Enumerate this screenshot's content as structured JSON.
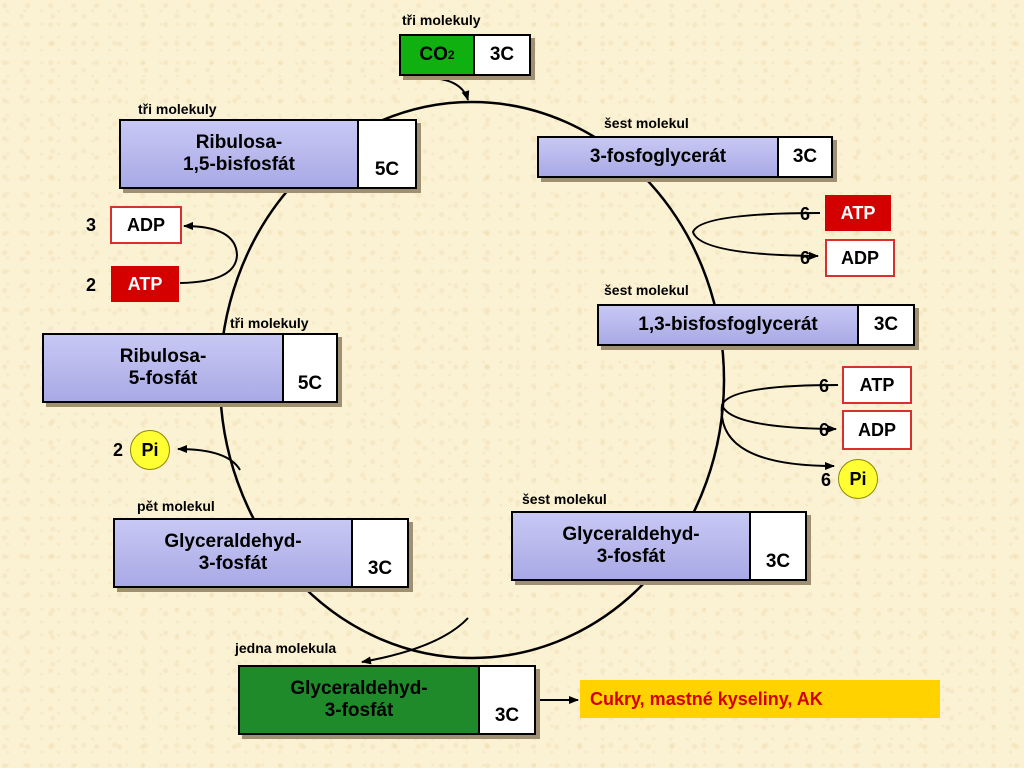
{
  "co2": {
    "label": "tři molekuly",
    "name": "CO",
    "sub": "2",
    "carbons": "3C"
  },
  "rubp": {
    "label": "tři molekuly",
    "line1": "Ribulosa-",
    "line2": "1,5-bisfosfát",
    "carbons": "5C"
  },
  "pga": {
    "label": "šest molekul",
    "name": "3-fosfoglycerát",
    "carbons": "3C"
  },
  "bpg": {
    "label": "šest molekul",
    "name": "1,3-bisfosfoglycerát",
    "carbons": "3C"
  },
  "g3p_right": {
    "label": "šest molekul",
    "line1": "Glyceraldehyd-",
    "line2": "3-fosfát",
    "carbons": "3C"
  },
  "g3p_left": {
    "label": "pět molekul",
    "line1": "Glyceraldehyd-",
    "line2": "3-fosfát",
    "carbons": "3C"
  },
  "ru5p": {
    "label": "tři molekuly",
    "line1": "Ribulosa-",
    "line2": "5-fosfát",
    "carbons": "5C"
  },
  "g3p_out": {
    "label": "jedna molekula",
    "line1": "Glyceraldehyd-",
    "line2": "3-fosfát",
    "carbons": "3C"
  },
  "cofactors": {
    "left_adp": {
      "count": "3",
      "name": "ADP"
    },
    "left_atp": {
      "count": "2",
      "name": "ATP"
    },
    "left_pi": {
      "count": "2",
      "name": "Pi"
    },
    "r1_atp": {
      "count": "6",
      "name": "ATP"
    },
    "r1_adp": {
      "count": "6",
      "name": "ADP"
    },
    "r2_atp": {
      "count": "6",
      "name": "ATP"
    },
    "r2_adp": {
      "count": "6",
      "name": "ADP"
    },
    "r2_pi": {
      "count": "6",
      "name": "Pi"
    }
  },
  "products": "Cukry, mastné kyseliny, AK",
  "colors": {
    "background": "#fbf1d3",
    "box_blue": "#b4b4ee",
    "box_green": "#1f8a2a",
    "co2_green": "#10b010",
    "atp_red": "#d40000",
    "pi_yellow": "#ffff33",
    "product_bg": "#ffd200",
    "product_text": "#d40000"
  }
}
